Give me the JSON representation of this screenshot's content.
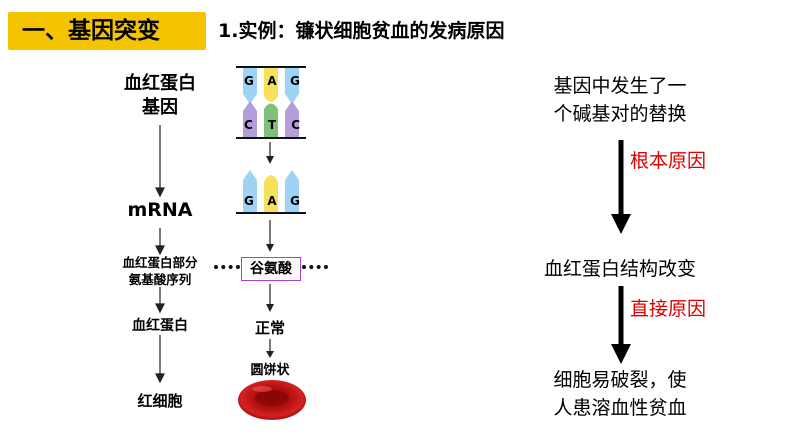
{
  "header": {
    "section_title": "一、基因突变",
    "example_title": "1.实例：镰状细胞贫血的发病原因"
  },
  "left_labels": {
    "gene": "血红蛋白\n基因",
    "mrna": "mRNA",
    "partial_seq": "血红蛋白部分\n氨基酸序列",
    "hemoglobin": "血红蛋白",
    "rbc": "红细胞"
  },
  "dna": {
    "top_bases": [
      "G",
      "A",
      "G"
    ],
    "bottom_bases": [
      "C",
      "T",
      "C"
    ],
    "mrna_bases": [
      "G",
      "A",
      "G"
    ]
  },
  "middle": {
    "amino_acid": "谷氨酸",
    "normal": "正常",
    "shape": "圆饼状"
  },
  "right": {
    "cause1": "基因中发生了一\n个碱基对的替换",
    "root_cause": "根本原因",
    "cause2": "血红蛋白结构改变",
    "direct_cause": "直接原因",
    "result": "细胞易破裂，使\n人患溶血性贫血"
  },
  "colors": {
    "accent": "#f5c400",
    "red_text": "#e00000",
    "base_G": "#9fd3f3",
    "base_A": "#f7e05a",
    "base_C": "#b39ddb",
    "base_T": "#7ec07a",
    "box_border": "#b03ec6"
  }
}
